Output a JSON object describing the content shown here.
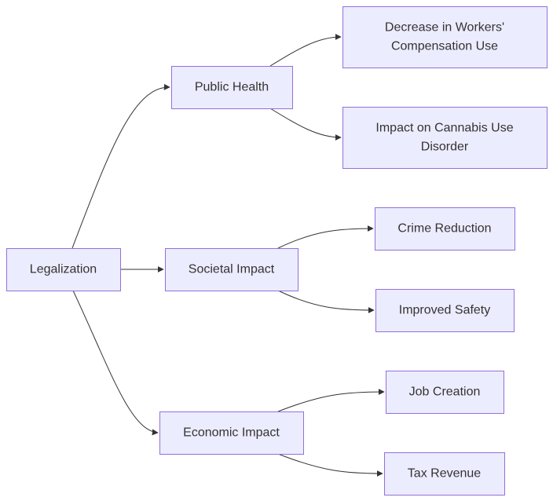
{
  "diagram": {
    "nodes": [
      {
        "id": "legalization",
        "lines": [
          "Legalization"
        ]
      },
      {
        "id": "public-health",
        "lines": [
          "Public Health"
        ]
      },
      {
        "id": "societal-impact",
        "lines": [
          "Societal Impact"
        ]
      },
      {
        "id": "economic-impact",
        "lines": [
          "Economic Impact"
        ]
      },
      {
        "id": "decrease-workers-comp",
        "lines": [
          "Decrease in Workers'",
          "Compensation Use"
        ]
      },
      {
        "id": "impact-cannabis-use-disorder",
        "lines": [
          "Impact on Cannabis Use",
          "Disorder"
        ]
      },
      {
        "id": "crime-reduction",
        "lines": [
          "Crime Reduction"
        ]
      },
      {
        "id": "improved-safety",
        "lines": [
          "Improved Safety"
        ]
      },
      {
        "id": "job-creation",
        "lines": [
          "Job Creation"
        ]
      },
      {
        "id": "tax-revenue",
        "lines": [
          "Tax Revenue"
        ]
      }
    ],
    "edges": [
      {
        "from": "legalization",
        "to": "public-health"
      },
      {
        "from": "legalization",
        "to": "societal-impact"
      },
      {
        "from": "legalization",
        "to": "economic-impact"
      },
      {
        "from": "public-health",
        "to": "decrease-workers-comp"
      },
      {
        "from": "public-health",
        "to": "impact-cannabis-use-disorder"
      },
      {
        "from": "societal-impact",
        "to": "crime-reduction"
      },
      {
        "from": "societal-impact",
        "to": "improved-safety"
      },
      {
        "from": "economic-impact",
        "to": "job-creation"
      },
      {
        "from": "economic-impact",
        "to": "tax-revenue"
      }
    ]
  }
}
